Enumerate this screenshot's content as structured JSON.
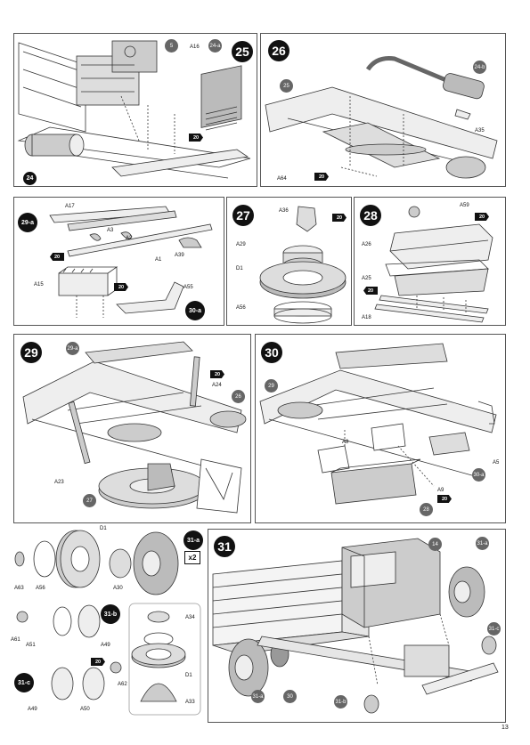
{
  "steps": {
    "s25": {
      "number": "25",
      "callouts": {
        "ref_engine": "5",
        "sub_ref": "24-a",
        "ref_bottom": "24",
        "part": "A16",
        "glue": "20"
      }
    },
    "s26": {
      "number": "26",
      "callouts": {
        "ref_left": "25",
        "sub_ref": "24-b",
        "part_a35": "A35",
        "part_a64": "A64",
        "glue": "20"
      }
    },
    "s27": {
      "number": "27",
      "callouts": {
        "a36": "A36",
        "a29": "A29",
        "d1": "D1",
        "a56": "A56",
        "glue": "20"
      }
    },
    "s28": {
      "number": "28",
      "callouts": {
        "a59": "A59",
        "a26": "A26",
        "a25": "A25",
        "a18": "A18",
        "glue": "20"
      }
    },
    "s29a": {
      "number": "29-a",
      "callouts": {
        "a17": "A17",
        "a3": "A3",
        "a2": "A2",
        "a39": "A39",
        "a1": "A1",
        "glue": "20"
      }
    },
    "s30a": {
      "number": "30-a",
      "callouts": {
        "a15": "A15",
        "a55": "A55",
        "glue": "20"
      }
    },
    "s29": {
      "number": "29",
      "callouts": {
        "ref_top": "29-a",
        "a24": "A24",
        "ref_26": "26",
        "a23": "A23",
        "ref_27": "27",
        "glue": "20"
      }
    },
    "s30": {
      "number": "30",
      "callouts": {
        "ref_29": "29",
        "a8": "A8",
        "a9": "A9",
        "ref_30a": "30-a",
        "a5": "A5",
        "ref_28": "28",
        "glue": "20"
      }
    },
    "s31a": {
      "number": "31-a",
      "multiplier": "x2",
      "callouts": {
        "d1": "D1",
        "a63": "A63",
        "a56": "A56",
        "a30": "A30"
      }
    },
    "s31b": {
      "number": "31-b",
      "callouts": {
        "a61": "A61",
        "a51": "A51",
        "a49": "A49"
      }
    },
    "s31c": {
      "number": "31-c",
      "callouts": {
        "a49": "A49",
        "a50": "A50",
        "a62": "A62",
        "glue": "20"
      }
    },
    "tire_detail": {
      "callouts": {
        "a34": "A34",
        "d1": "D1",
        "a33": "A33"
      }
    },
    "s31": {
      "number": "31",
      "callouts": {
        "ref_14": "14",
        "ref_31a_top": "31-a",
        "ref_31c": "31-c",
        "ref_31a_bottom": "31-a",
        "ref_30": "30",
        "ref_31b": "31-b"
      }
    }
  },
  "page": {
    "number": "13"
  }
}
